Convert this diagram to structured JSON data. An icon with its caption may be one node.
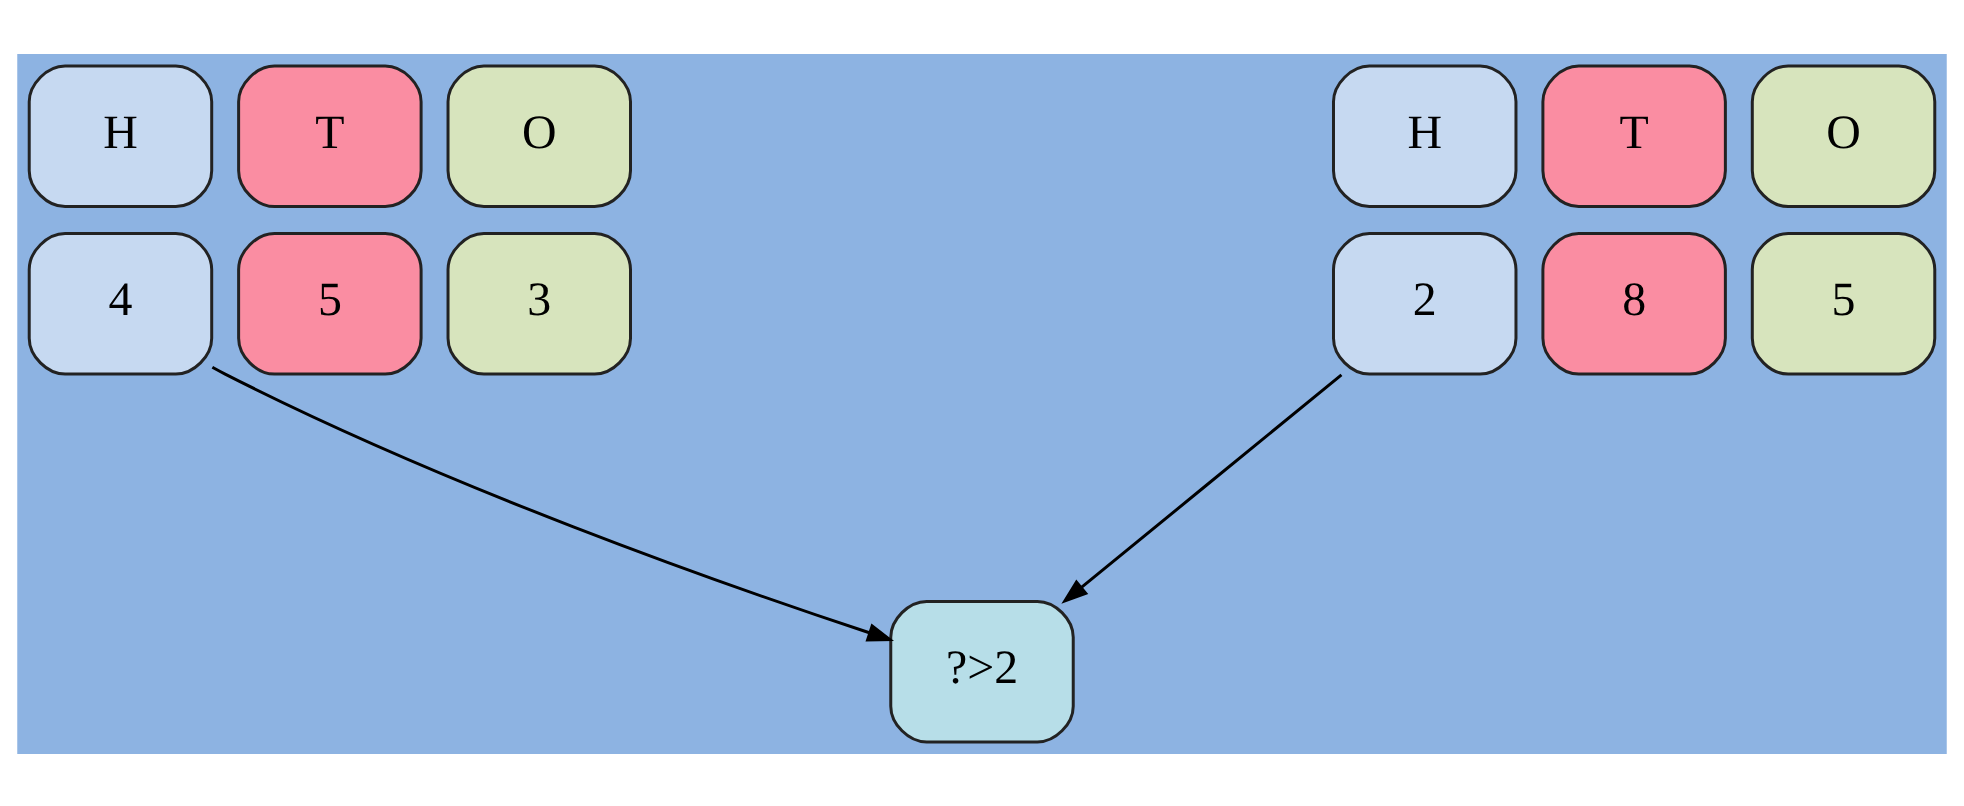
{
  "diagram": {
    "nodes": [
      {
        "text": [
          "H"
        ]
      },
      {
        "text": [
          "T"
        ]
      },
      {
        "text": [
          "O"
        ]
      },
      {
        "text": [
          "4"
        ]
      },
      {
        "text": [
          "5"
        ]
      },
      {
        "text": [
          "3"
        ]
      },
      {
        "text": [
          "H"
        ]
      },
      {
        "text": [
          "T"
        ]
      },
      {
        "text": [
          "O"
        ]
      },
      {
        "text": [
          "2"
        ]
      },
      {
        "text": [
          "8"
        ]
      },
      {
        "text": [
          "5"
        ]
      },
      {
        "text": [
          "?>2"
        ]
      }
    ],
    "edges": [
      {
        "from": 3,
        "to": 12,
        "arrow": "to"
      },
      {
        "from": 9,
        "to": 12,
        "arrow": "to"
      }
    ]
  }
}
